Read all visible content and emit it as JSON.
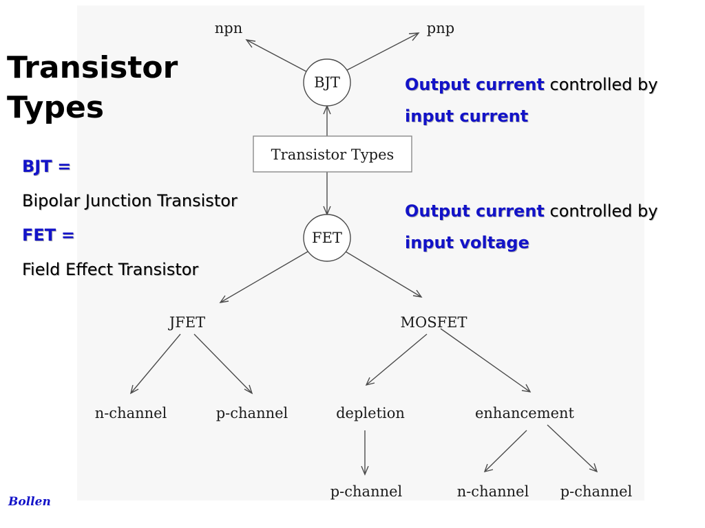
{
  "slide": {
    "title": "Transistor\nTypes"
  },
  "definitions": {
    "bjt_term": "BJT",
    "bjt_equals": "=",
    "bjt_full": "Bipolar Junction Transistor",
    "fet_term": "FET",
    "fet_equals": "=",
    "fet_full": "Field Effect Transistor"
  },
  "notes": {
    "bjt_note": {
      "highlight": "Output current",
      "middle": " controlled by ",
      "input": "input current"
    },
    "fet_note": {
      "highlight": "Output current",
      "middle": " controlled by ",
      "input": "input voltage"
    }
  },
  "diagram": {
    "root": "Transistor Types",
    "bjt": "BJT",
    "npn": "npn",
    "pnp": "pnp",
    "fet": "FET",
    "jfet": "JFET",
    "mosfet": "MOSFET",
    "jfet_n_channel": "n-channel",
    "jfet_p_channel": "p-channel",
    "depletion": "depletion",
    "enhancement": "enhancement",
    "depletion_p_channel": "p-channel",
    "enhancement_n_channel": "n-channel",
    "enhancement_p_channel": "p-channel"
  },
  "footer": {
    "author": "Bollen"
  }
}
